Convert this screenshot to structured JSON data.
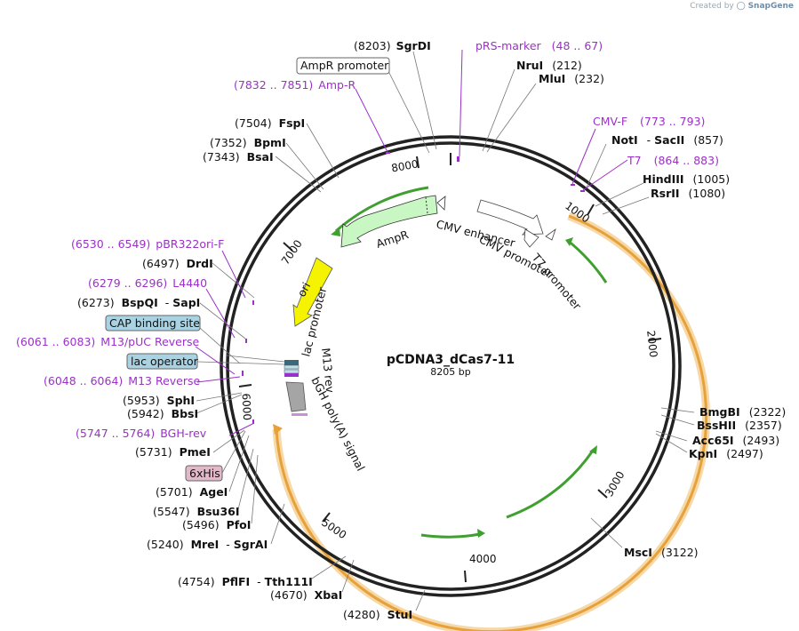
{
  "credit": {
    "prefix": "Created by",
    "brand": "SnapGene"
  },
  "title": "pCDNA3_dCas7-11",
  "size_label": "8205 bp",
  "total_bp": 8205,
  "ticks": [
    1000,
    2000,
    3000,
    4000,
    5000,
    6000,
    7000,
    8000
  ],
  "colors": {
    "backbone": "#222222",
    "primer": "#9b30c8",
    "orf_fill": "#e8a13a",
    "orf_glow": "#f6d9a8",
    "green_arrow": "#3f9f2f",
    "promoter_fill": "#ffffff",
    "ampr_fill": "#c9f7c3",
    "ori_fill": "#f5f300",
    "cap_box": "#a9d3e2",
    "his_box": "#e3b8c8"
  },
  "sites": [
    {
      "name": "SgrDI",
      "pos": "(8203)"
    },
    {
      "name": "NruI",
      "pos": "(212)"
    },
    {
      "name": "MluI",
      "pos": "(232)"
    },
    {
      "name": "NotI",
      "second": "SacII",
      "pos": "(857)"
    },
    {
      "name": "HindIII",
      "pos": "(1005)"
    },
    {
      "name": "RsrII",
      "pos": "(1080)"
    },
    {
      "name": "BmgBI",
      "pos": "(2322)"
    },
    {
      "name": "BssHII",
      "pos": "(2357)"
    },
    {
      "name": "Acc65I",
      "pos": "(2493)"
    },
    {
      "name": "KpnI",
      "pos": "(2497)"
    },
    {
      "name": "MscI",
      "pos": "(3122)"
    },
    {
      "name": "StuI",
      "pos": "(4280)"
    },
    {
      "name": "XbaI",
      "pos": "(4670)"
    },
    {
      "name": "PflFI",
      "second": "Tth111I",
      "pos": "(4754)"
    },
    {
      "name": "MreI",
      "second": "SgrAI",
      "pos": "(5240)"
    },
    {
      "name": "PfoI",
      "pos": "(5496)"
    },
    {
      "name": "Bsu36I",
      "pos": "(5547)"
    },
    {
      "name": "AgeI",
      "pos": "(5701)"
    },
    {
      "name": "PmeI",
      "pos": "(5731)"
    },
    {
      "name": "BbsI",
      "pos": "(5942)"
    },
    {
      "name": "SphI",
      "pos": "(5953)"
    },
    {
      "name": "BspQI",
      "second": "SapI",
      "pos": "(6273)"
    },
    {
      "name": "DrdI",
      "pos": "(6497)"
    },
    {
      "name": "BsaI",
      "pos": "(7343)"
    },
    {
      "name": "BpmI",
      "pos": "(7352)"
    },
    {
      "name": "FspI",
      "pos": "(7504)"
    }
  ],
  "primers": [
    {
      "name": "pRS-marker",
      "range": "(48 .. 67)"
    },
    {
      "name": "CMV-F",
      "range": "(773 .. 793)"
    },
    {
      "name": "T7",
      "range": "(864 .. 883)"
    },
    {
      "name": "Amp-R",
      "range": "(7832 .. 7851)"
    },
    {
      "name": "pBR322ori-F",
      "range": "(6530 .. 6549)"
    },
    {
      "name": "L4440",
      "range": "(6279 .. 6296)"
    },
    {
      "name": "M13/pUC Reverse",
      "range": "(6061 .. 6083)"
    },
    {
      "name": "M13 Reverse",
      "range": "(6048 .. 6064)"
    },
    {
      "name": "BGH-rev",
      "range": "(5747 .. 5764)"
    }
  ],
  "boxed_features": {
    "ampr_promoter": "AmpR promoter",
    "cap_site": "CAP binding site",
    "lac_operator": "lac operator",
    "his_tag": "6xHis"
  },
  "features": {
    "cmv_enhancer": "CMV enhancer",
    "cmv_promoter": "CMV promoter",
    "t7_promoter": "T7 promoter",
    "ampr": "AmpR",
    "ori": "ori",
    "lac_promoter": "lac promoter",
    "m13_rev": "M13 rev",
    "bgh": "bGH poly(A) signal"
  }
}
